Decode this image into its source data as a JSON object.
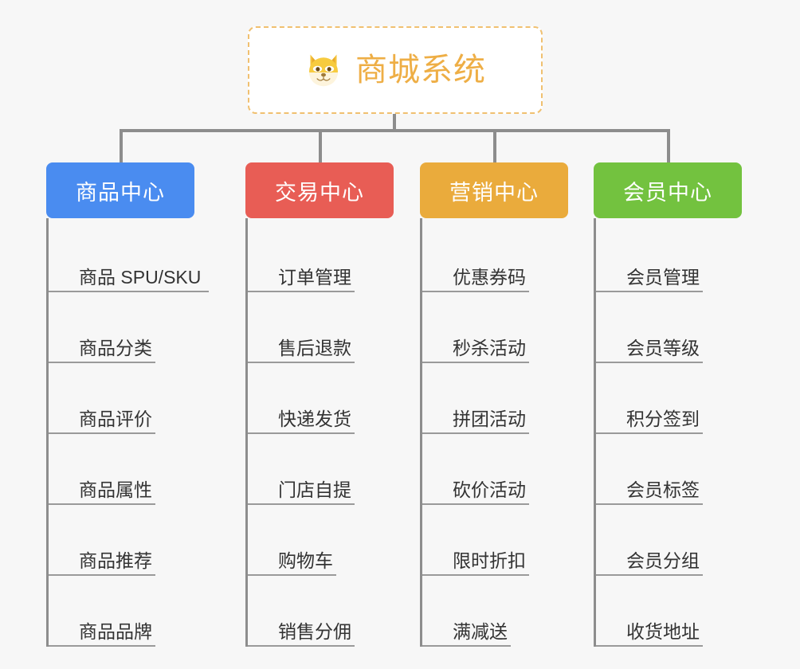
{
  "root": {
    "title": "商城系统",
    "icon": "dog-face-icon",
    "accent_color": "#eeae45",
    "border_color": "#f0c070",
    "background": "#ffffff"
  },
  "canvas": {
    "background": "#f7f7f7",
    "connector_color": "#8d8d8d"
  },
  "branches": [
    {
      "id": "product-center",
      "label": "商品中心",
      "color": "#4a8cf0",
      "items": [
        {
          "label": "商品 SPU/SKU"
        },
        {
          "label": "商品分类"
        },
        {
          "label": "商品评价"
        },
        {
          "label": "商品属性"
        },
        {
          "label": "商品推荐"
        },
        {
          "label": "商品品牌"
        }
      ]
    },
    {
      "id": "trade-center",
      "label": "交易中心",
      "color": "#e85d55",
      "items": [
        {
          "label": "订单管理"
        },
        {
          "label": "售后退款"
        },
        {
          "label": "快递发货"
        },
        {
          "label": "门店自提"
        },
        {
          "label": "购物车"
        },
        {
          "label": "销售分佣"
        }
      ]
    },
    {
      "id": "marketing-center",
      "label": "营销中心",
      "color": "#eaab3c",
      "items": [
        {
          "label": "优惠券码"
        },
        {
          "label": "秒杀活动"
        },
        {
          "label": "拼团活动"
        },
        {
          "label": "砍价活动"
        },
        {
          "label": "限时折扣"
        },
        {
          "label": "满减送"
        }
      ]
    },
    {
      "id": "member-center",
      "label": "会员中心",
      "color": "#73c23f",
      "items": [
        {
          "label": "会员管理"
        },
        {
          "label": "会员等级"
        },
        {
          "label": "积分签到"
        },
        {
          "label": "会员标签"
        },
        {
          "label": "会员分组"
        },
        {
          "label": "收货地址"
        }
      ]
    }
  ]
}
